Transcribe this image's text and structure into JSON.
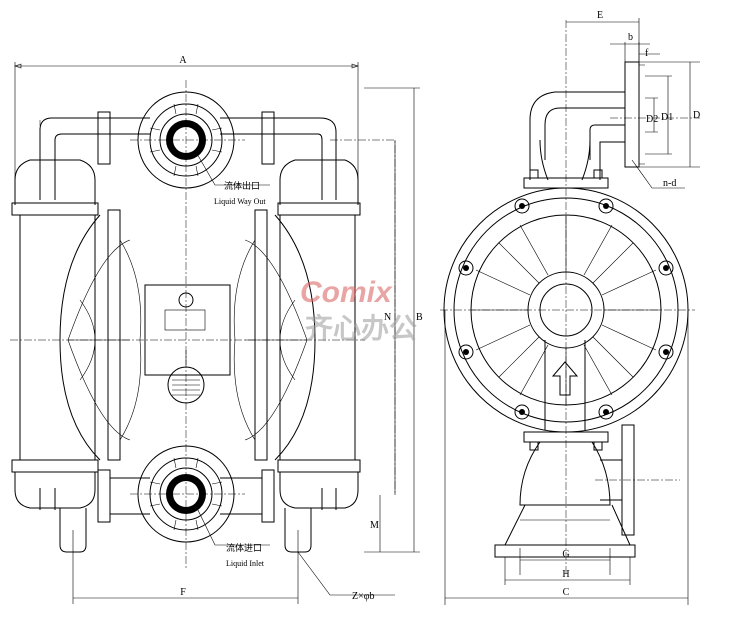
{
  "dimensions": {
    "A": "A",
    "B": "B",
    "C": "C",
    "D": "D",
    "D1": "D1",
    "D2": "D2",
    "E": "E",
    "F": "F",
    "G": "G",
    "H": "H",
    "N": "N",
    "M": "M",
    "b": "b",
    "f": "f",
    "nd": "n-d",
    "zphib": "Z×φb"
  },
  "callouts": {
    "outlet_cn": "流体出口",
    "outlet_en": "Liquid Way Out",
    "inlet_cn": "流体进口",
    "inlet_en": "Liquid Inlet"
  },
  "watermark": {
    "brand": "Comix",
    "tagline": "齐心办公"
  }
}
